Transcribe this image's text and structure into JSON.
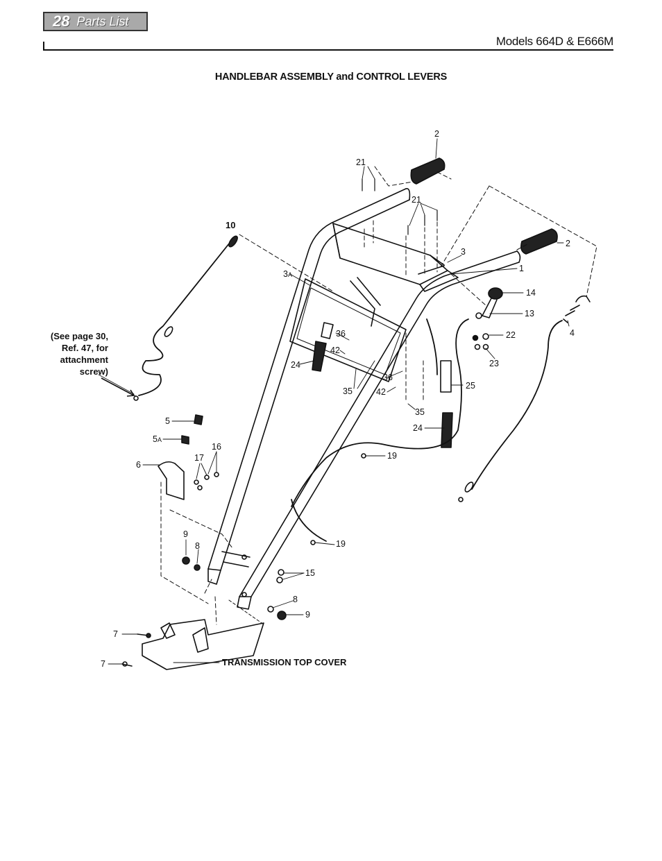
{
  "header": {
    "page_number": "28",
    "section": "Parts List",
    "models": "Models 664D & E666M"
  },
  "title": "HANDLEBAR ASSEMBLY and CONTROL LEVERS",
  "note": {
    "lines": [
      "(See page 30,",
      "Ref. 47, for",
      "attachment",
      "screw)"
    ]
  },
  "callouts": {
    "c2a": "2",
    "c2b": "2",
    "c21a": "21",
    "c21b": "21",
    "c10": "10",
    "c3": "3",
    "c3a_num": "3",
    "c3a_sup": "A",
    "c1": "1",
    "c14": "14",
    "c13": "13",
    "c4": "4",
    "c22": "22",
    "c23": "23",
    "c36a": "36",
    "c42a": "42",
    "c24a": "24",
    "c35a": "35",
    "c36b": "36",
    "c42b": "42",
    "c25": "25",
    "c35b": "35",
    "c24b": "24",
    "c5": "5",
    "c5a_num": "5",
    "c5a_sup": "A",
    "c6": "6",
    "c17": "17",
    "c16": "16",
    "c19a": "19",
    "c19b": "19",
    "c9a": "9",
    "c8a": "8",
    "c15": "15",
    "c8b": "8",
    "c9b": "9",
    "c7a": "7",
    "c7b": "7",
    "transmission": "TRANSMISSION TOP COVER"
  }
}
